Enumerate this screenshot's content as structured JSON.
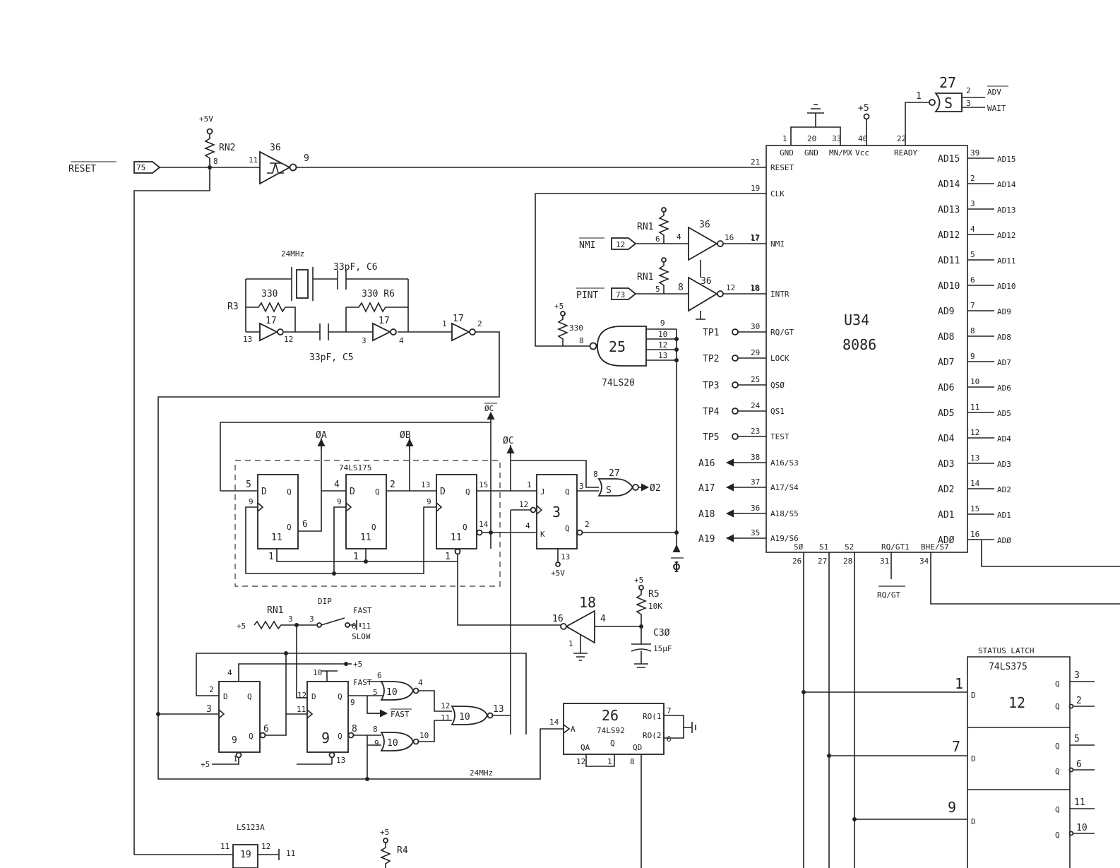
{
  "u34": {
    "ref": "U34",
    "part": "8086",
    "top_pins": [
      {
        "num": "1",
        "name": "GND"
      },
      {
        "num": "20",
        "name": "GND"
      },
      {
        "num": "33",
        "name": "MN/MX"
      },
      {
        "num": "40",
        "name": "Vcc"
      },
      {
        "num": "22",
        "name": "READY"
      }
    ],
    "left_pins": [
      {
        "num": "21",
        "name": "RESET"
      },
      {
        "num": "19",
        "name": "CLK"
      },
      {
        "num": "17",
        "name": "NMI"
      },
      {
        "num": "18",
        "name": "INTR"
      },
      {
        "num": "30",
        "name": "RQ/GT"
      },
      {
        "num": "29",
        "name": "LOCK"
      },
      {
        "num": "25",
        "name": "QSØ"
      },
      {
        "num": "24",
        "name": "QS1"
      },
      {
        "num": "23",
        "name": "TEST"
      },
      {
        "num": "38",
        "name": "A16/S3"
      },
      {
        "num": "37",
        "name": "A17/S4"
      },
      {
        "num": "36",
        "name": "A18/S5"
      },
      {
        "num": "35",
        "name": "A19/S6"
      }
    ],
    "left_signals": [
      "TP1",
      "TP2",
      "TP3",
      "TP4",
      "TP5",
      "A16",
      "A17",
      "A18",
      "A19"
    ],
    "right_pins": [
      {
        "name": "AD15",
        "num": "39",
        "sig": "AD15"
      },
      {
        "name": "AD14",
        "num": "2",
        "sig": "AD14"
      },
      {
        "name": "AD13",
        "num": "3",
        "sig": "AD13"
      },
      {
        "name": "AD12",
        "num": "4",
        "sig": "AD12"
      },
      {
        "name": "AD11",
        "num": "5",
        "sig": "AD11"
      },
      {
        "name": "AD10",
        "num": "6",
        "sig": "AD10"
      },
      {
        "name": "AD9",
        "num": "7",
        "sig": "AD9"
      },
      {
        "name": "AD8",
        "num": "8",
        "sig": "AD8"
      },
      {
        "name": "AD7",
        "num": "9",
        "sig": "AD7"
      },
      {
        "name": "AD6",
        "num": "10",
        "sig": "AD6"
      },
      {
        "name": "AD5",
        "num": "11",
        "sig": "AD5"
      },
      {
        "name": "AD4",
        "num": "12",
        "sig": "AD4"
      },
      {
        "name": "AD3",
        "num": "13",
        "sig": "AD3"
      },
      {
        "name": "AD2",
        "num": "14",
        "sig": "AD2"
      },
      {
        "name": "AD1",
        "num": "15",
        "sig": "AD1"
      },
      {
        "name": "ADØ",
        "num": "16",
        "sig": "ADØ"
      }
    ],
    "bottom_pins": [
      {
        "name": "SØ",
        "num": "26"
      },
      {
        "name": "S1",
        "num": "27"
      },
      {
        "name": "S2",
        "num": "28"
      },
      {
        "name": "RQ/GT1",
        "num": "31"
      },
      {
        "name": "BHE/S7",
        "num": "34"
      }
    ],
    "rq_gt_label": "RQ/GT"
  },
  "reset": {
    "signal": "RESET",
    "connector_pin": "75",
    "supply": "+5V",
    "resistor": "RN2",
    "res_pin": "8",
    "gate_ref": "36",
    "gate_in": "11",
    "gate_out": "9"
  },
  "ready_gate": {
    "ref": "27",
    "type": "S",
    "in": "1",
    "out1": "2",
    "out2": "3",
    "sig1": "ADV",
    "sig2": "WAIT"
  },
  "supply": {
    "vcc_label": "+5"
  },
  "oscillator": {
    "crystal": "24MHz",
    "cap_top": "33pF, C6",
    "cap_bottom": "33pF, C5",
    "r_left_ref": "R3",
    "r_left_val": "330",
    "r_right": "330 R6",
    "gate_ref": "17",
    "pins": [
      "13",
      "12",
      "3",
      "4",
      "1",
      "2"
    ]
  },
  "nmi": {
    "signal": "NMI",
    "conn": "12",
    "res": "RN1",
    "res_pin": "6",
    "gate_ref": "36",
    "gate_in": "4",
    "gate_out": "16",
    "pin": "17"
  },
  "pint": {
    "signal": "PINT",
    "conn": "73",
    "res": "RN1",
    "res_pin": "5",
    "gate_ref": "36",
    "gate_in": "8",
    "gate_out": "12",
    "pin": "18"
  },
  "nand25": {
    "ref": "25",
    "part": "74LS20",
    "res_val": "330",
    "res_supply": "+5",
    "pins": [
      "8",
      "9",
      "10",
      "12",
      "13"
    ]
  },
  "ls175": {
    "part": "74LS175",
    "phase_a": "ØA",
    "phase_b": "ØB",
    "phase_c": "ØC",
    "phase_c_bar": "ØC",
    "ff1": {
      "d": "5",
      "clk": "9",
      "qbar": "6",
      "clr": "1",
      "ref": "11"
    },
    "ff2": {
      "d": "4",
      "clk": "9",
      "q": "2",
      "clr": "1",
      "ref": "11"
    },
    "ff3": {
      "d": "13",
      "clk": "9",
      "q": "15",
      "qbar": "14",
      "clr": "1",
      "ref": "11"
    }
  },
  "jk3": {
    "ref": "3",
    "j": "1",
    "clk": "12",
    "k": "4",
    "q": "3",
    "qbar": "2",
    "pr": "13",
    "supply": "+5V"
  },
  "gate27": {
    "ref": "27",
    "type": "S",
    "in": "8",
    "out": "Ø2"
  },
  "phi": {
    "label": "Φ"
  },
  "dip": {
    "res": "RN1",
    "res_supply": "+5",
    "pin": "3",
    "switch": "DIP",
    "sw_pin": "3",
    "fast": "FAST",
    "slow": "SLOW",
    "sw_num": "6",
    "sw_num2": "11"
  },
  "sch18": {
    "ref": "18",
    "in": "4",
    "out": "16",
    "pin1": "1"
  },
  "r5": {
    "supply": "+5",
    "ref": "R5",
    "val": "10K",
    "cap": "C3Ø",
    "cap_val": "15µF"
  },
  "ffs": {
    "ffa": {
      "d": "2",
      "pr": "4",
      "clk": "3",
      "qbar": "6",
      "ref": "9",
      "clr": "1",
      "supply": "+5"
    },
    "ffb": {
      "d": "12",
      "pr": "10",
      "clk": "11",
      "q": "9",
      "qbar": "8",
      "ref": "9",
      "clr": "13",
      "supply": "+5"
    }
  },
  "nand10": {
    "g1": {
      "ref": "10",
      "a": "6",
      "b": "5",
      "out": "4"
    },
    "g2": {
      "ref": "10",
      "a": "8",
      "b": "9",
      "out": "10"
    },
    "g3": {
      "ref": "10",
      "a": "12",
      "b": "11",
      "out": "13"
    },
    "fast_bar": "FAST",
    "fast": "FAST",
    "supply": "+5"
  },
  "ls92": {
    "ref": "26",
    "part": "74LS92",
    "a_pin": "14",
    "qa": "QA",
    "qd": "QD",
    "q_mid": "Q",
    "ro1": "RO(1)",
    "ro2": "RO(2)",
    "pins": [
      "12",
      "1",
      "8",
      "7",
      "6"
    ]
  },
  "clock_net": "24MHz",
  "status_latch": {
    "caption": "STATUS LATCH",
    "part": "74LS375",
    "ref": "12",
    "in_pins": [
      "1",
      "7",
      "9"
    ],
    "out_pins": [
      "3",
      "2",
      "5",
      "6",
      "11",
      "10"
    ]
  },
  "ls123": {
    "part": "LS123A",
    "pin_in": "11",
    "ref": "19",
    "pin_out": "12",
    "pin_c": "11"
  },
  "r4": {
    "supply": "+5",
    "ref": "R4"
  }
}
